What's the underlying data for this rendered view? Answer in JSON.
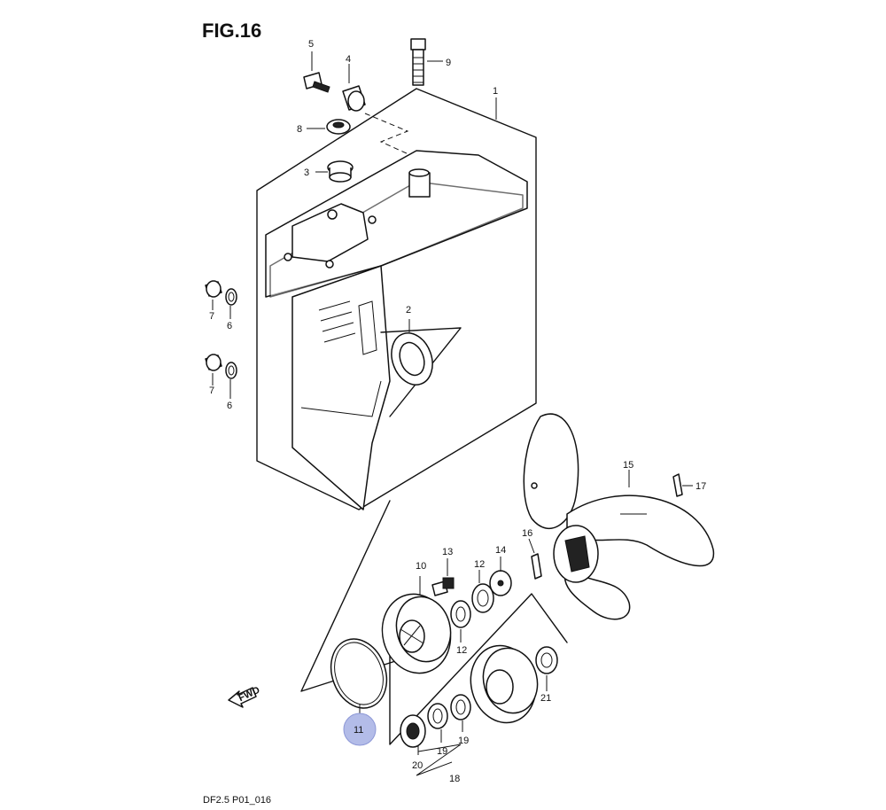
{
  "figure_title": "FIG.16",
  "footer_code": "DF2.5 P01_016",
  "fwd_label": "FWD",
  "highlight_color": "#b3bce8",
  "highlighted_part": "11",
  "callouts": [
    "1",
    "2",
    "3",
    "4",
    "5",
    "6",
    "6",
    "7",
    "7",
    "8",
    "9",
    "10",
    "11",
    "12",
    "12",
    "13",
    "14",
    "15",
    "16",
    "17",
    "18",
    "19",
    "19",
    "20",
    "21"
  ]
}
